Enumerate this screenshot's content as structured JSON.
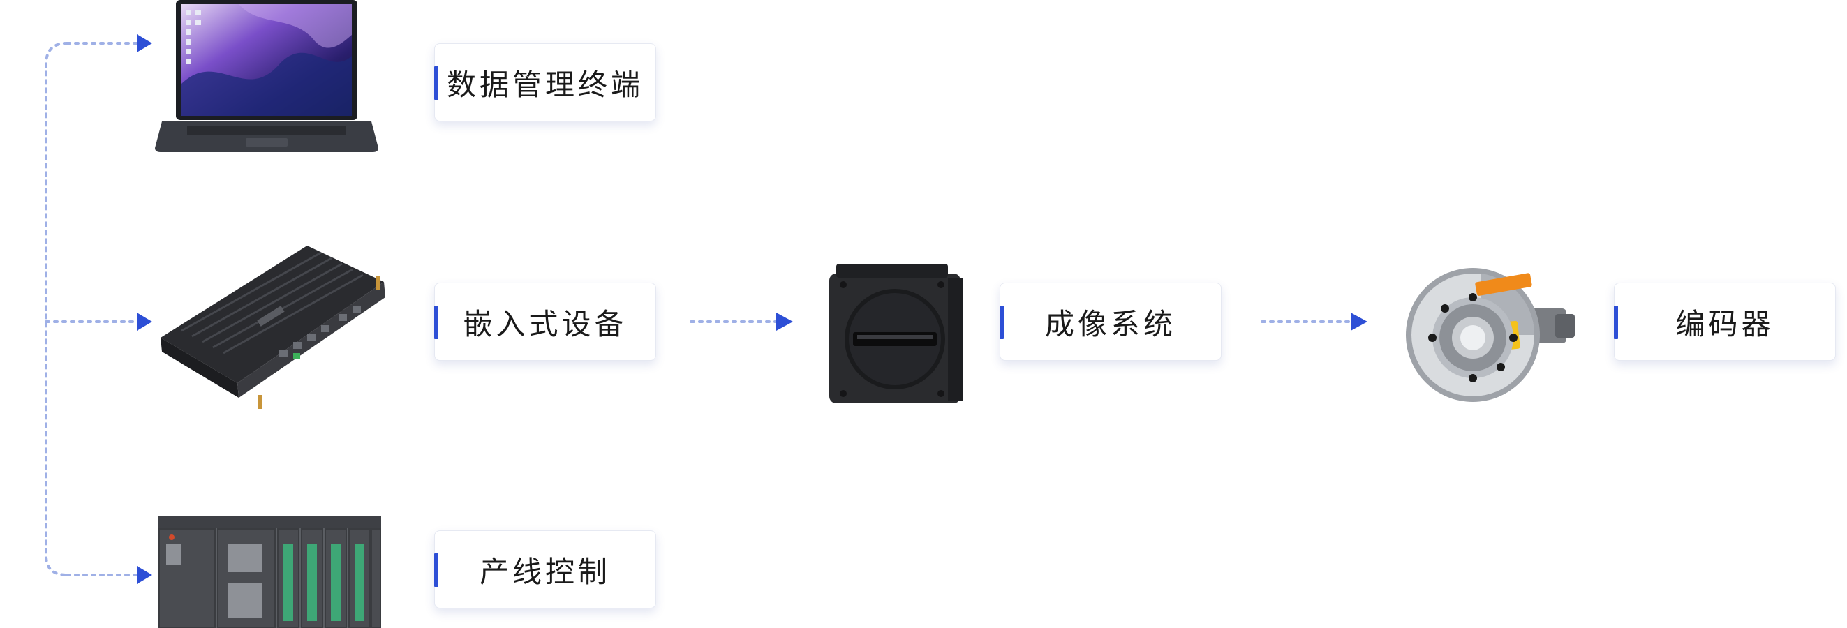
{
  "nodes": {
    "data_terminal": {
      "label": "数据管理终端",
      "icon": "laptop-icon"
    },
    "embedded_device": {
      "label": "嵌入式设备",
      "icon": "embedded-box-icon"
    },
    "line_control": {
      "label": "产线控制",
      "icon": "plc-rack-icon"
    },
    "imaging_system": {
      "label": "成像系统",
      "icon": "line-scan-camera-icon"
    },
    "encoder": {
      "label": "编码器",
      "icon": "rotary-encoder-icon"
    }
  },
  "colors": {
    "accent": "#2d4fd6",
    "connector": "#9fb0e6",
    "text": "#1a1a1a"
  }
}
